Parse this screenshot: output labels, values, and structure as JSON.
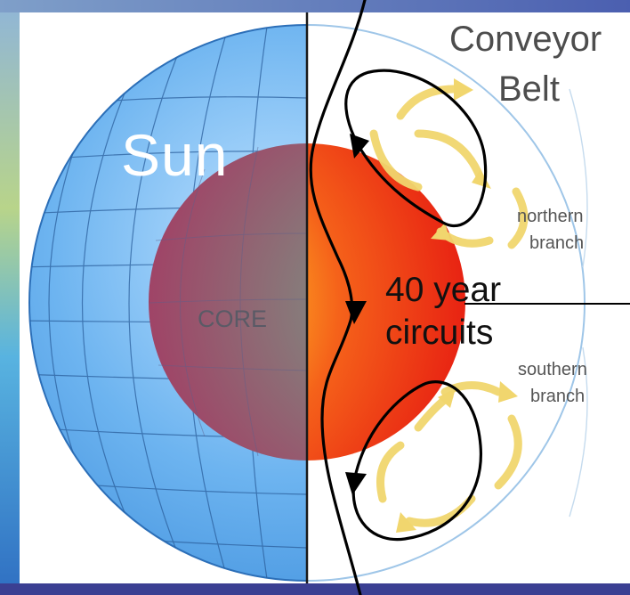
{
  "labels": {
    "sun": "Sun",
    "core": "CORE",
    "conveyor_line1": "Conveyor",
    "conveyor_line2": "Belt",
    "northern_line1": "northern",
    "northern_line2": "branch",
    "southern_line1": "southern",
    "southern_line2": "branch",
    "circuits_line1": "40 year",
    "circuits_line2": "circuits"
  },
  "colors": {
    "globe_blue": "#5aa6ec",
    "core_purple": "#8a5a86",
    "core_red": "#ef2e10",
    "core_yellow": "#ffef3a",
    "flow_arrows": "#f1d66e",
    "circulation_lines": "#000000"
  }
}
